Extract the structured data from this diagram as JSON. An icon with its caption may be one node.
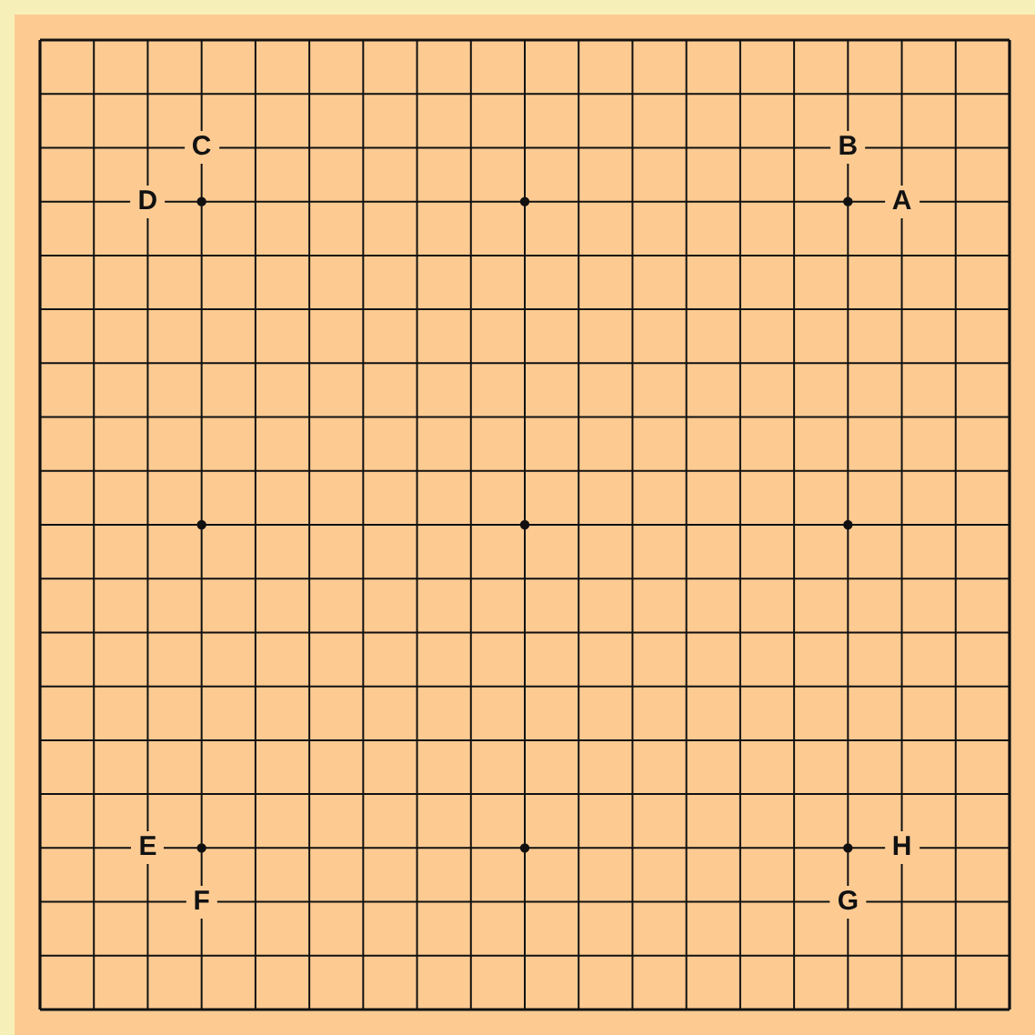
{
  "diagram": {
    "labels": [
      "C",
      "B",
      "D",
      "A",
      "E",
      "H",
      "F",
      "G"
    ]
  }
}
